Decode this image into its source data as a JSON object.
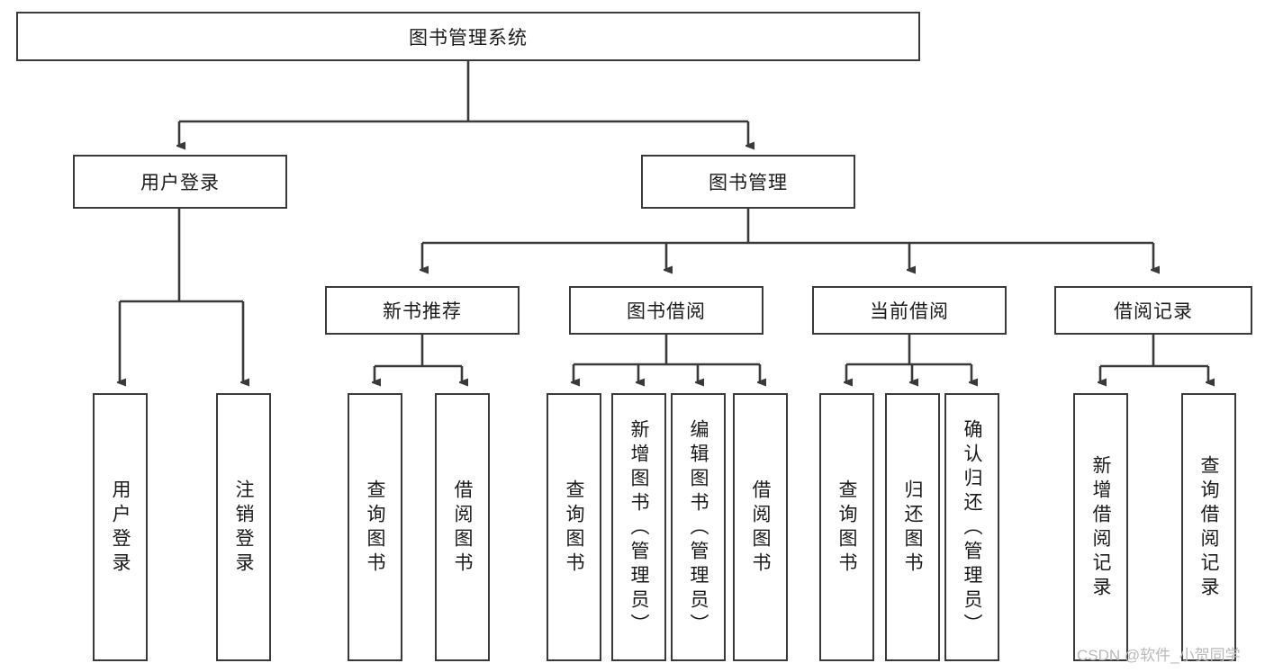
{
  "diagram": {
    "title": "图书管理系统",
    "type": "tree-hierarchy",
    "orientation": "top-down",
    "colors": {
      "node_border": "#3a3a3a",
      "node_fill": "#ffffff",
      "edge": "#3a3a3a",
      "text": "#1a1a1a",
      "background": "#ffffff",
      "watermark": "#b9b9b9"
    }
  },
  "nodes": {
    "root": {
      "label": "图书管理系统",
      "level": 0,
      "orientation": "horizontal"
    },
    "level1": [
      {
        "id": "user-login",
        "label": "用户登录",
        "orientation": "horizontal"
      },
      {
        "id": "book-manage",
        "label": "图书管理",
        "orientation": "horizontal"
      }
    ],
    "level2": [
      {
        "id": "new-book-recommend",
        "label": "新书推荐",
        "orientation": "horizontal"
      },
      {
        "id": "book-borrow",
        "label": "图书借阅",
        "orientation": "horizontal"
      },
      {
        "id": "current-borrow",
        "label": "当前借阅",
        "orientation": "horizontal"
      },
      {
        "id": "borrow-record",
        "label": "借阅记录",
        "orientation": "horizontal"
      }
    ],
    "leaves": [
      {
        "id": "leaf-user-login",
        "label": "用户登录",
        "parent": "user-login",
        "orientation": "vertical"
      },
      {
        "id": "leaf-logout-login",
        "label": "注销登录",
        "parent": "user-login",
        "orientation": "vertical"
      },
      {
        "id": "leaf-query-book-1",
        "label": "查询图书",
        "parent": "new-book-recommend",
        "orientation": "vertical"
      },
      {
        "id": "leaf-borrow-book-1",
        "label": "借阅图书",
        "parent": "new-book-recommend",
        "orientation": "vertical"
      },
      {
        "id": "leaf-query-book-2",
        "label": "查询图书",
        "parent": "book-borrow",
        "orientation": "vertical"
      },
      {
        "id": "leaf-add-book",
        "label": "新增图书（管理员）",
        "parent": "book-borrow",
        "orientation": "vertical"
      },
      {
        "id": "leaf-edit-book",
        "label": "编辑图书（管理员）",
        "parent": "book-borrow",
        "orientation": "vertical"
      },
      {
        "id": "leaf-borrow-book-2",
        "label": "借阅图书",
        "parent": "book-borrow",
        "orientation": "vertical"
      },
      {
        "id": "leaf-query-book-3",
        "label": "查询图书",
        "parent": "current-borrow",
        "orientation": "vertical"
      },
      {
        "id": "leaf-return-book",
        "label": "归还图书",
        "parent": "current-borrow",
        "orientation": "vertical"
      },
      {
        "id": "leaf-confirm-return",
        "label": "确认归还（管理员）",
        "parent": "current-borrow",
        "orientation": "vertical"
      },
      {
        "id": "leaf-add-record",
        "label": "新增借阅记录",
        "parent": "borrow-record",
        "orientation": "vertical"
      },
      {
        "id": "leaf-query-record",
        "label": "查询借阅记录",
        "parent": "borrow-record",
        "orientation": "vertical"
      }
    ]
  },
  "watermark": {
    "text": "CSDN @软件_小贺同学"
  }
}
